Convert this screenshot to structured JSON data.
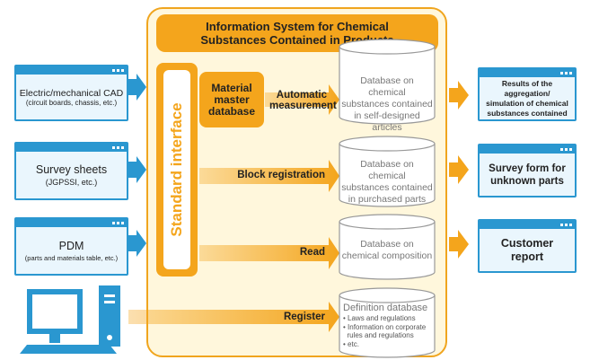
{
  "title": "Information System for Chemical Substances Contained in Products",
  "title_lines": [
    "Information System for Chemical",
    "Substances Contained in Products"
  ],
  "standard_interface": "Standard interface",
  "material_master_lines": [
    "Material",
    "master",
    "database"
  ],
  "arrows": {
    "automatic_lines": [
      "Automatic",
      "measurement"
    ],
    "block_registration": "Block registration",
    "read": "Read",
    "register": "Register"
  },
  "databases": [
    {
      "lines": [
        "Database on chemical",
        "substances contained",
        "in self-designed articles"
      ]
    },
    {
      "lines": [
        "Database on chemical",
        "substances contained",
        "in purchased parts"
      ]
    },
    {
      "lines": [
        "Database on",
        "chemical composition"
      ]
    },
    {
      "title": "Definition database",
      "bullets": [
        "• Laws and regulations",
        "• Information on corporate",
        "  rules and regulations",
        "• etc."
      ]
    }
  ],
  "inputs": [
    {
      "main": "Electric/mechanical CAD",
      "sub": "(circuit boards, chassis, etc.)"
    },
    {
      "main": "Survey sheets",
      "sub": "(JGPSSI, etc.)"
    },
    {
      "main": "PDM",
      "sub": "(parts and materials table, etc.)"
    }
  ],
  "outputs": [
    {
      "lines": [
        "Results of the aggregation/",
        "simulation of chemical",
        "substances contained"
      ]
    },
    {
      "lines": [
        "Survey form for",
        "unknown parts"
      ]
    },
    {
      "lines": [
        "Customer",
        "report"
      ]
    }
  ],
  "colors": {
    "orange": "#f4a51c",
    "blue": "#2a97d0",
    "cream": "#fff7dc"
  },
  "icons": {
    "computer": "computer-icon"
  }
}
